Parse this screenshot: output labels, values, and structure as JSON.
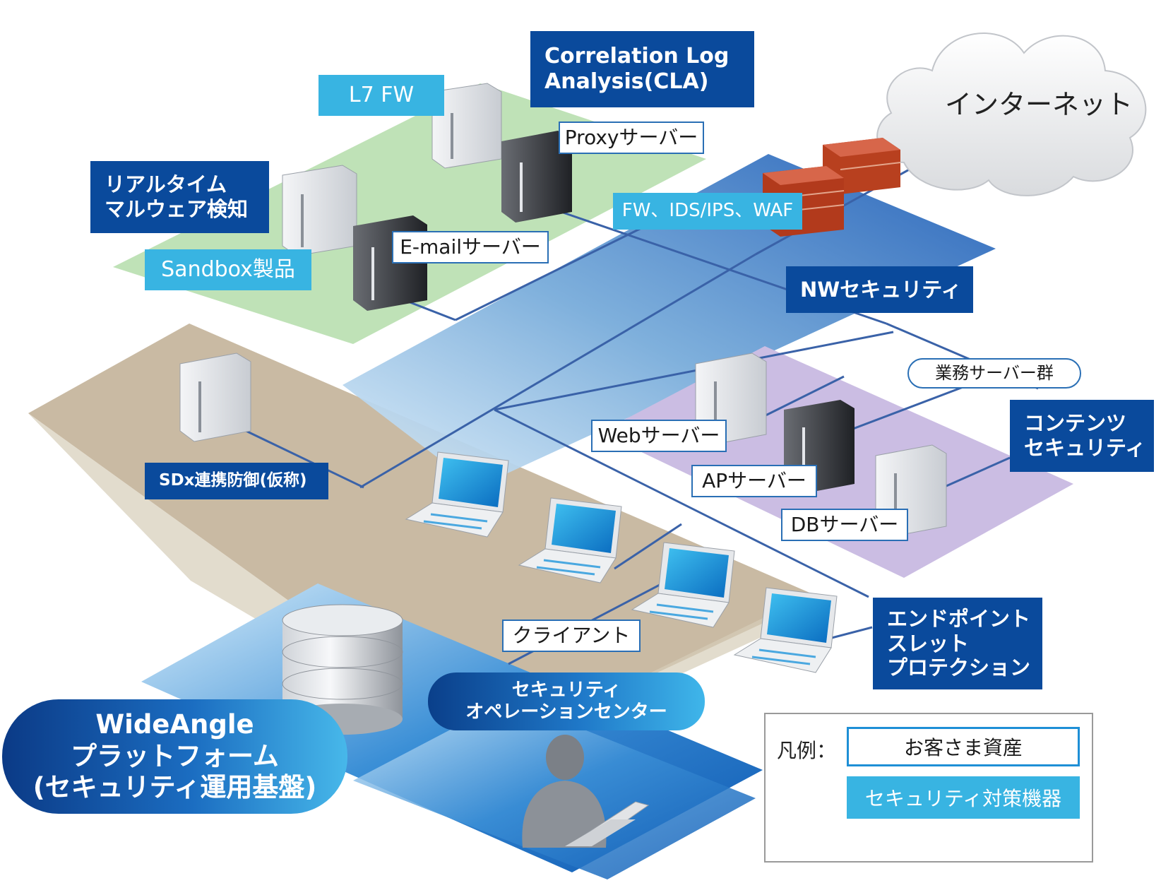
{
  "labels": {
    "cla": "Correlation Log\nAnalysis(CLA)",
    "l7fw": "L7 FW",
    "proxy": "Proxyサーバー",
    "realtime_malware": "リアルタイム\nマルウェア検知",
    "email": "E-mailサーバー",
    "sandbox": "Sandbox製品",
    "fw_ids": "FW、IDS/IPS、WAF",
    "internet": "インターネット",
    "nw_security": "NWセキュリティ",
    "business_servers": "業務サーバー群",
    "contents_security": "コンテンツ\nセキュリティ",
    "web_server": "Webサーバー",
    "ap_server": "APサーバー",
    "db_server": "DBサーバー",
    "sdx": "SDx連携防御(仮称)",
    "client": "クライアント",
    "endpoint": "エンドポイント\nスレット\nプロテクション",
    "soc": "セキュリティ\nオペレーションセンター",
    "platform": "WideAngle\nプラットフォーム\n(セキュリティ運用基盤)"
  },
  "legend": {
    "title": "凡例：",
    "customer_asset": "お客さま資産",
    "security_device": "セキュリティ対策機器"
  },
  "colors": {
    "navy": "#0a4a9c",
    "cyan": "#38b4e2",
    "line": "#3a62a8",
    "green_plane": "#bfe3b8",
    "tan_plane": "#c8b8a0",
    "purple_plane": "#cdbde2",
    "blue_plane": "#2c6cc0"
  }
}
